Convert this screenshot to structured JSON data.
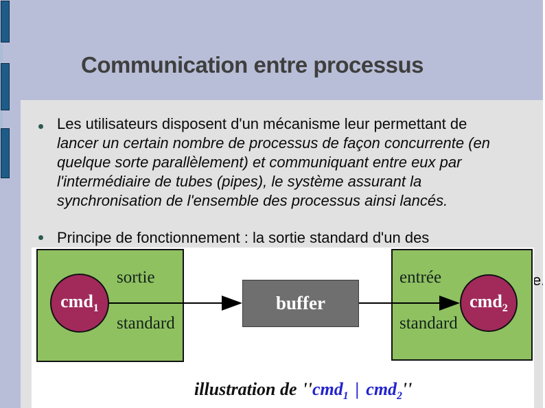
{
  "slide": {
    "title": "Communication entre processus"
  },
  "bullets": [
    {
      "lines": [
        "Les utilisateurs disposent d'un mécanisme leur permettant de",
        "lancer un certain nombre de processus de façon concurrente (en",
        "quelque sorte parallèlement) et communiquant entre eux par",
        "l'intermédiaire de tubes (pipes), le système assurant la",
        "synchronisation de l'ensemble des processus ainsi lancés."
      ]
    },
    {
      "lines": [
        "Principe de fonctionnement : la sortie standard d'un des"
      ]
    }
  ],
  "clipped_text_fragment": "e.",
  "diagram": {
    "left_box": {
      "label_top": "sortie",
      "label_bottom": "standard",
      "node_name": "cmd",
      "node_sub": "1"
    },
    "buffer": {
      "label": "buffer"
    },
    "right_box": {
      "label_top": "entrée",
      "label_bottom": "standard",
      "node_name": "cmd",
      "node_sub": "2"
    },
    "caption": {
      "prefix": "illustration de",
      "open_quote": "''",
      "cmd1": "cmd",
      "cmd1_sub": "1",
      "pipe": "|",
      "cmd2": "cmd",
      "cmd2_sub": "2",
      "close_quote": "''"
    }
  },
  "colors": {
    "background": "#b9bed8",
    "panel": "#e1e1e1",
    "sidebar_bar": "#1d5c88",
    "green_box": "#8fc161",
    "node_circle": "#a12a5b",
    "buffer_box": "#6f6f6f",
    "caption_blue": "#2323cd",
    "title_text": "#3f3f3f",
    "bullet_dot": "#2b5a4f"
  }
}
